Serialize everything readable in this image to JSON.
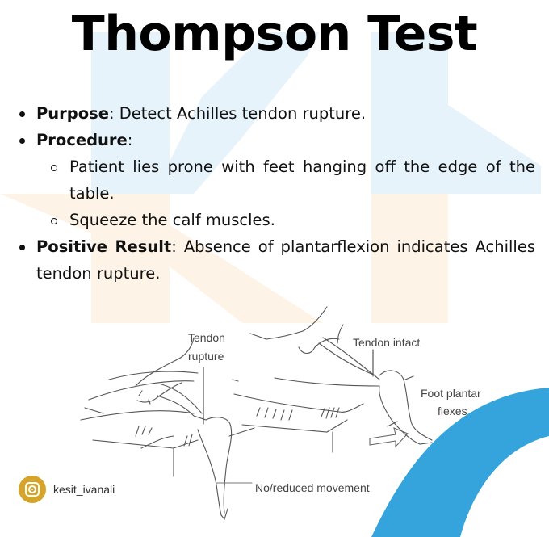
{
  "title": "Thompson Test",
  "bullets": {
    "purpose": {
      "label": "Purpose",
      "text": ": Detect Achilles tendon rupture."
    },
    "procedure": {
      "label": "Procedure",
      "text": ":",
      "steps": [
        "Patient lies prone with feet hanging off the edge of the table.",
        "Squeeze the calf muscles."
      ]
    },
    "positive_result": {
      "label": "Positive Result",
      "text": ": Absence of plantarflexion indicates Achilles tendon rupture."
    }
  },
  "diagram": {
    "labels": {
      "tendon_rupture_line1": "Tendon",
      "tendon_rupture_line2": "rupture",
      "tendon_intact": "Tendon intact",
      "foot_plantar_line1": "Foot plantar",
      "foot_plantar_line2": "flexes",
      "no_movement": "No/reduced movement"
    }
  },
  "social": {
    "icon": "instagram-icon",
    "handle": "kesit_ivanali"
  },
  "colors": {
    "watermark_blue": "#e6f3fb",
    "watermark_peach": "#fdf3e6",
    "accent_blue": "#35a4dc",
    "instagram_gold": "#d4a52a"
  }
}
